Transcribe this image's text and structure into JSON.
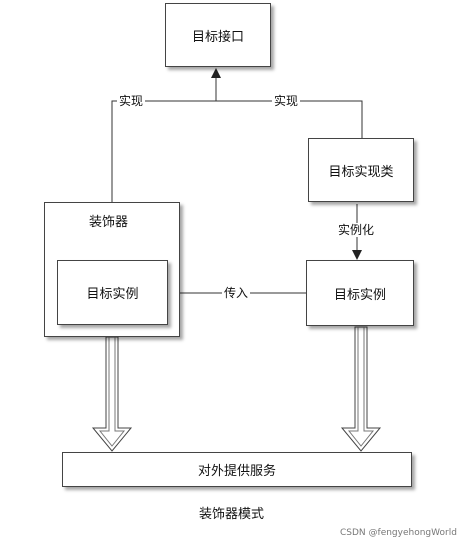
{
  "boxes": {
    "target_interface": "目标接口",
    "target_impl_class": "目标实现类",
    "decorator": "装饰器",
    "decorator_inner_instance": "目标实例",
    "target_instance": "目标实例",
    "external_service": "对外提供服务"
  },
  "edges": {
    "implements_left": "实现",
    "implements_right": "实现",
    "instantiate": "实例化",
    "pass_in": "传入"
  },
  "caption": "装饰器模式",
  "watermark": "CSDN @fengyehongWorld"
}
